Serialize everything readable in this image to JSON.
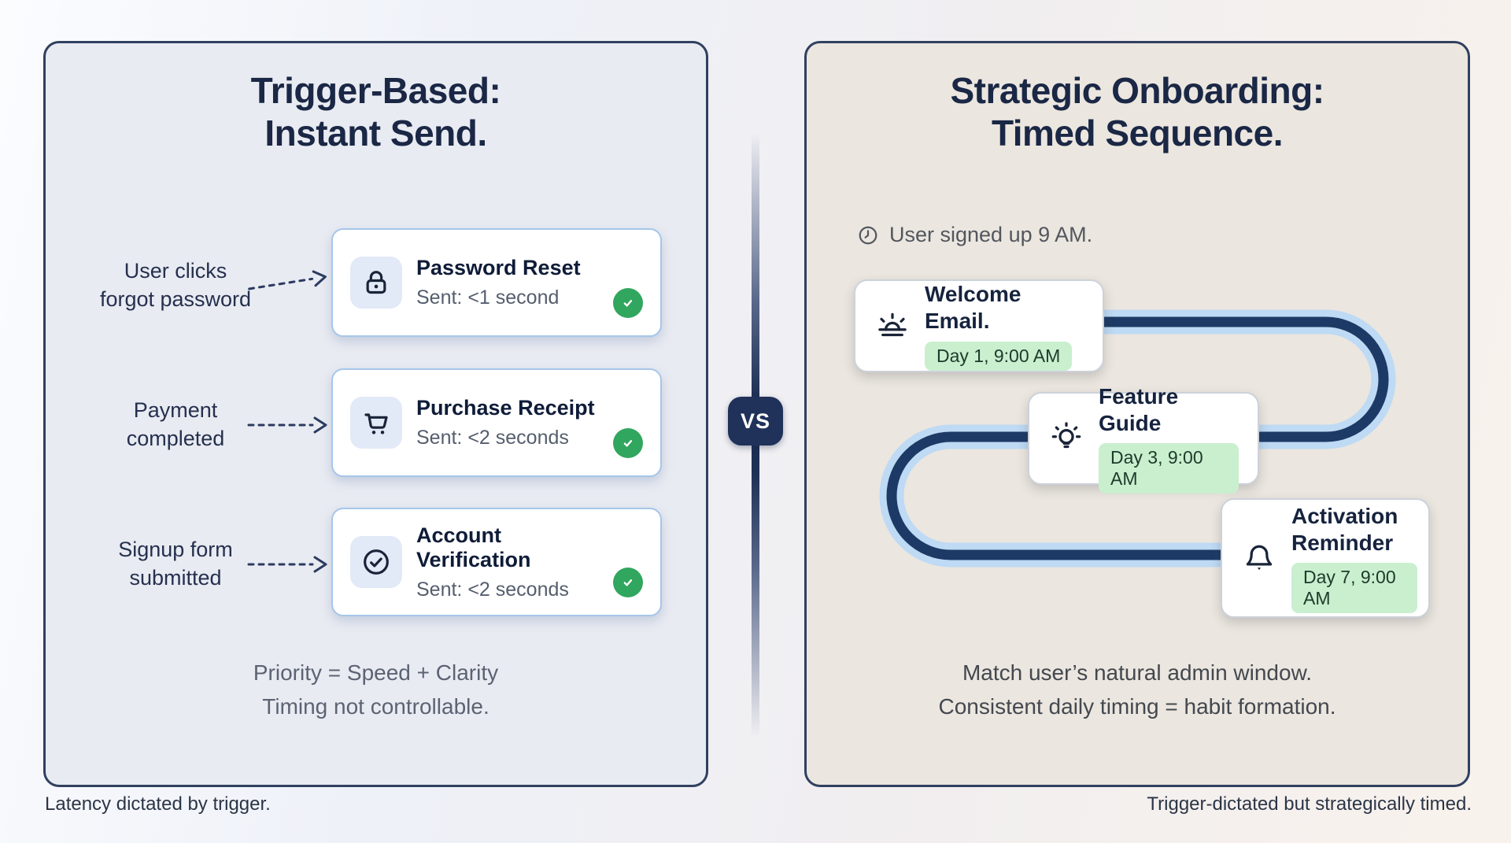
{
  "left_panel": {
    "title_line1": "Trigger-Based:",
    "title_line2": "Instant Send.",
    "rows": [
      {
        "trigger_line1": "User clicks",
        "trigger_line2": "forgot password",
        "icon": "lock-icon",
        "title": "Password Reset",
        "subtitle": "Sent: <1 second"
      },
      {
        "trigger_line1": "Payment",
        "trigger_line2": "completed",
        "icon": "cart-icon",
        "title": "Purchase Receipt",
        "subtitle": "Sent: <2 seconds"
      },
      {
        "trigger_line1": "Signup form",
        "trigger_line2": "submitted",
        "icon": "circle-check-icon",
        "title": "Account Verification",
        "subtitle": "Sent: <2 seconds"
      }
    ],
    "footer_line1": "Priority = Speed + Clarity",
    "footer_line2": "Timing not controllable.",
    "caption": "Latency dictated by trigger."
  },
  "divider": {
    "vs_label": "VS"
  },
  "right_panel": {
    "title_line1": "Strategic Onboarding:",
    "title_line2": "Timed Sequence.",
    "signup_note": "User signed up 9 AM.",
    "steps": [
      {
        "icon": "sunrise-icon",
        "title": "Welcome Email.",
        "badge": "Day 1, 9:00 AM"
      },
      {
        "icon": "lightbulb-icon",
        "title": "Feature Guide",
        "badge": "Day 3, 9:00 AM"
      },
      {
        "icon": "bell-icon",
        "title": "Activation Reminder",
        "badge": "Day 7, 9:00 AM"
      }
    ],
    "footer_line1": "Match user’s natural admin window.",
    "footer_line2": "Consistent daily timing = habit formation.",
    "caption": "Trigger-dictated but strategically timed."
  },
  "colors": {
    "heading_navy": "#1a2745",
    "panel_border": "#30405f",
    "left_panel_bg": "#e9ebf2",
    "right_panel_bg": "#ebe6df",
    "card_border_blue": "#a6c6e9",
    "check_green": "#31a65e",
    "pill_green_bg": "#c9efcf",
    "path_dark": "#1d3a66",
    "path_light": "#bedaf4",
    "vs_badge_bg": "#20325a"
  }
}
